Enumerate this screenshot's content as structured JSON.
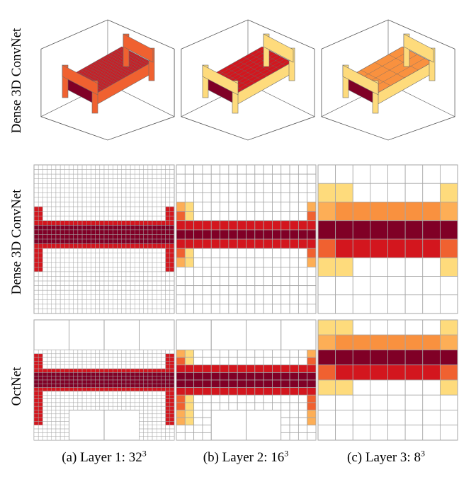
{
  "figure": {
    "row_labels": [
      "Dense 3D ConvNet",
      "Dense 3D ConvNet",
      "OctNet"
    ],
    "captions": [
      {
        "text": "(a) Layer 1: 32",
        "exponent": "3"
      },
      {
        "text": "(b) Layer 2: 16",
        "exponent": "3"
      },
      {
        "text": "(c) Layer 3: 8",
        "exponent": "3"
      }
    ],
    "resolutions": [
      32,
      16,
      8
    ],
    "colors": {
      "empty": "#ffffff",
      "grid_line": "#a6a6a6",
      "light_yellow": "#fedb7c",
      "light_orange": "#fdae56",
      "orange": "#f9913f",
      "red_orange": "#f06130",
      "red": "#d3161e",
      "dark_red": "#800026",
      "voxel_edge": "#6b6b6b",
      "cube_frame": "#555555"
    }
  }
}
